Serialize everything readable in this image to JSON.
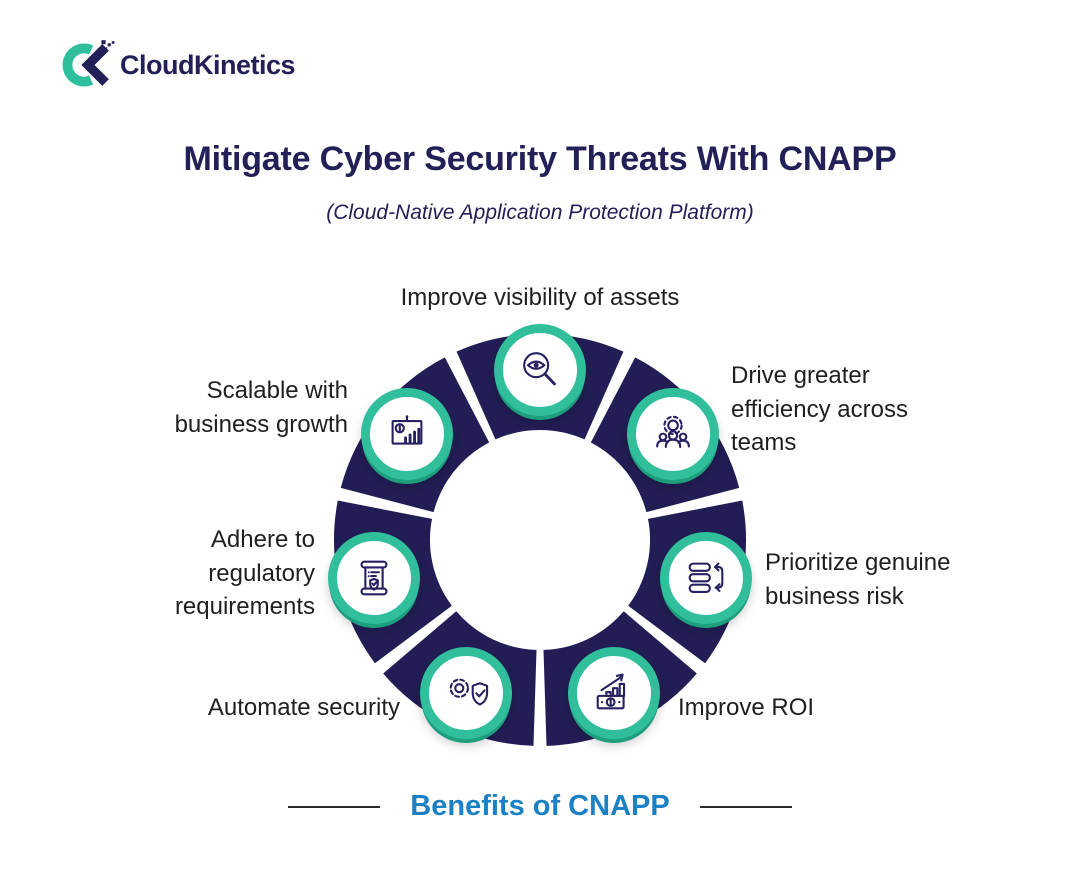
{
  "logo": {
    "text": "CloudKinetics"
  },
  "header": {
    "title": "Mitigate Cyber Security Threats With CNAPP",
    "subtitle": "(Cloud-Native Application Protection Platform)"
  },
  "diagram": {
    "type": "circular-benefits-wheel",
    "segments": 7,
    "items": [
      {
        "label": "Improve visibility of assets",
        "icon": "eye-magnifier-icon",
        "position": "top"
      },
      {
        "label": "Drive greater efficiency across teams",
        "icon": "team-gear-icon",
        "position": "top-right"
      },
      {
        "label": "Prioritize genuine business risk",
        "icon": "priority-list-icon",
        "position": "right"
      },
      {
        "label": "Improve ROI",
        "icon": "roi-growth-icon",
        "position": "bottom-right"
      },
      {
        "label": "Automate security",
        "icon": "gear-shield-check-icon",
        "position": "bottom-left"
      },
      {
        "label": "Adhere to regulatory requirements",
        "icon": "scroll-compliance-icon",
        "position": "left"
      },
      {
        "label": "Scalable with business growth",
        "icon": "presentation-growth-icon",
        "position": "top-left"
      }
    ]
  },
  "footer": {
    "caption": "Benefits of CNAPP"
  },
  "colors": {
    "navy": "#232058",
    "teal": "#31bf9b",
    "teal_dark": "#1d9e7d",
    "blue": "#1b80c4",
    "label_text": "#1f1f1f"
  }
}
